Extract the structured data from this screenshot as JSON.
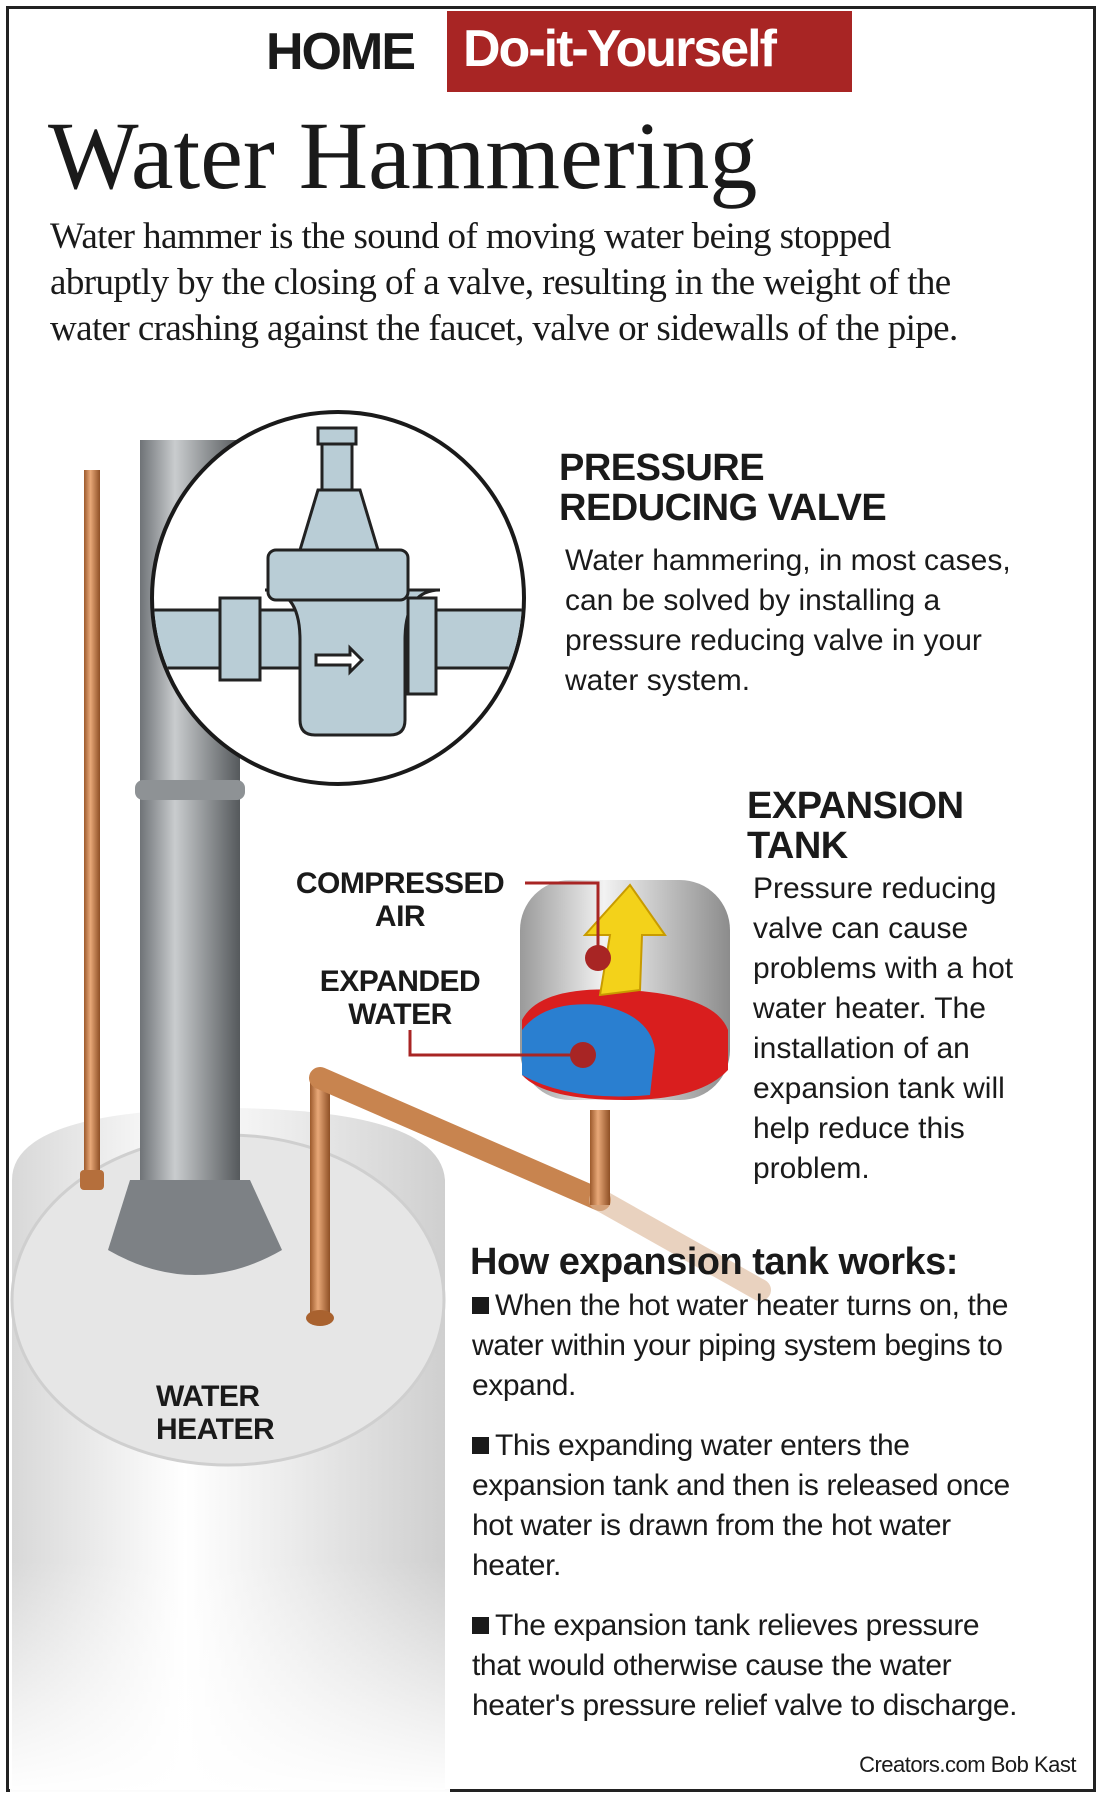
{
  "header": {
    "home": "HOME",
    "section": "Do-it-Yourself"
  },
  "title": "Water Hammering",
  "intro": [
    "Water hammer is the sound of moving water being stopped",
    "abruptly by the closing of a valve, resulting in the weight of the",
    "water crashing against the faucet, valve or sidewalls of the pipe."
  ],
  "prv": {
    "heading": [
      "PRESSURE",
      "REDUCING VALVE"
    ],
    "text": [
      "Water hammering, in most cases,",
      "can be solved by installing a",
      "pressure reducing valve in your",
      "water system."
    ]
  },
  "tank": {
    "heading": [
      "EXPANSION",
      "TANK"
    ],
    "text": [
      "Pressure reducing",
      "valve can cause",
      "problems with a hot",
      "water heater. The",
      "installation of an",
      "expansion tank will",
      "help reduce this",
      "problem."
    ]
  },
  "labels": {
    "compressed_air": [
      "COMPRESSED",
      "AIR"
    ],
    "expanded_water": [
      "EXPANDED",
      "WATER"
    ],
    "water_heater": [
      "WATER",
      "HEATER"
    ]
  },
  "how": {
    "heading": "How expansion tank works:",
    "bullets": [
      [
        "When the hot water heater turns on, the",
        "water within your piping system begins to",
        "expand."
      ],
      [
        "This expanding water enters the",
        "expansion tank and then is released once",
        "hot water is drawn from the hot water",
        "heater."
      ],
      [
        "The expansion tank relieves pressure",
        "that would otherwise cause the water",
        "heater's pressure relief valve to discharge."
      ]
    ]
  },
  "credit": "Creators.com Bob Kast",
  "colors": {
    "accent": "#a82524",
    "copper": "#c8844f",
    "valve": "#b9cdd6",
    "water": "#2a7fd0",
    "air": "#f3d21a"
  }
}
